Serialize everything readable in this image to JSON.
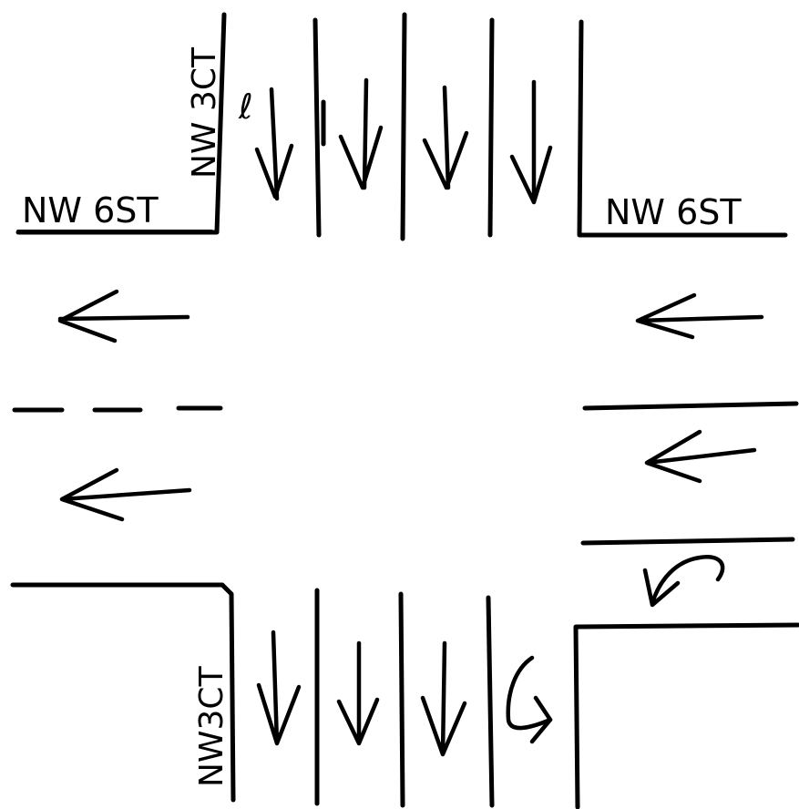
{
  "labels": {
    "west_street": "NW 6ST",
    "east_street": "NW 6ST",
    "north_street": "NW 3CT",
    "south_street": "NW3CT"
  },
  "annotations": {
    "north_lane_mark": "ℓ"
  }
}
